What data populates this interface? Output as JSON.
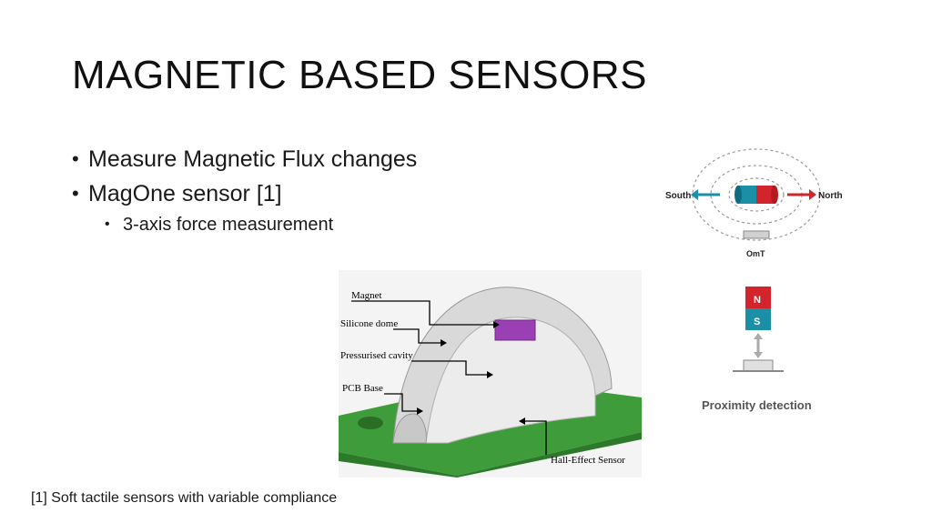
{
  "slide": {
    "title": "MAGNETIC BASED SENSORS",
    "bullets": [
      {
        "text": "Measure Magnetic Flux changes",
        "level": 1
      },
      {
        "text": "MagOne sensor [1]",
        "level": 1
      },
      {
        "text": "3-axis force measurement",
        "level": 2
      }
    ],
    "footnote": "[1] Soft tactile sensors with variable compliance"
  },
  "sensor_figure": {
    "labels": {
      "magnet": "Magnet",
      "silicone_dome": "Silicone dome",
      "pressurised_cavity": "Pressurised cavity",
      "pcb_base": "PCB Base",
      "hall_effect": "Hall-Effect Sensor"
    }
  },
  "omt_figure": {
    "south": "South",
    "north": "North",
    "omt": "OmT",
    "n": "N",
    "s": "S",
    "caption": "Proximity detection"
  },
  "colors": {
    "pcb_green": "#3f9c3a",
    "dome_gray": "#d9d9d9",
    "magnet_purple": "#9b3fb5",
    "north_red": "#d3242b",
    "south_teal": "#1a8fa6"
  }
}
